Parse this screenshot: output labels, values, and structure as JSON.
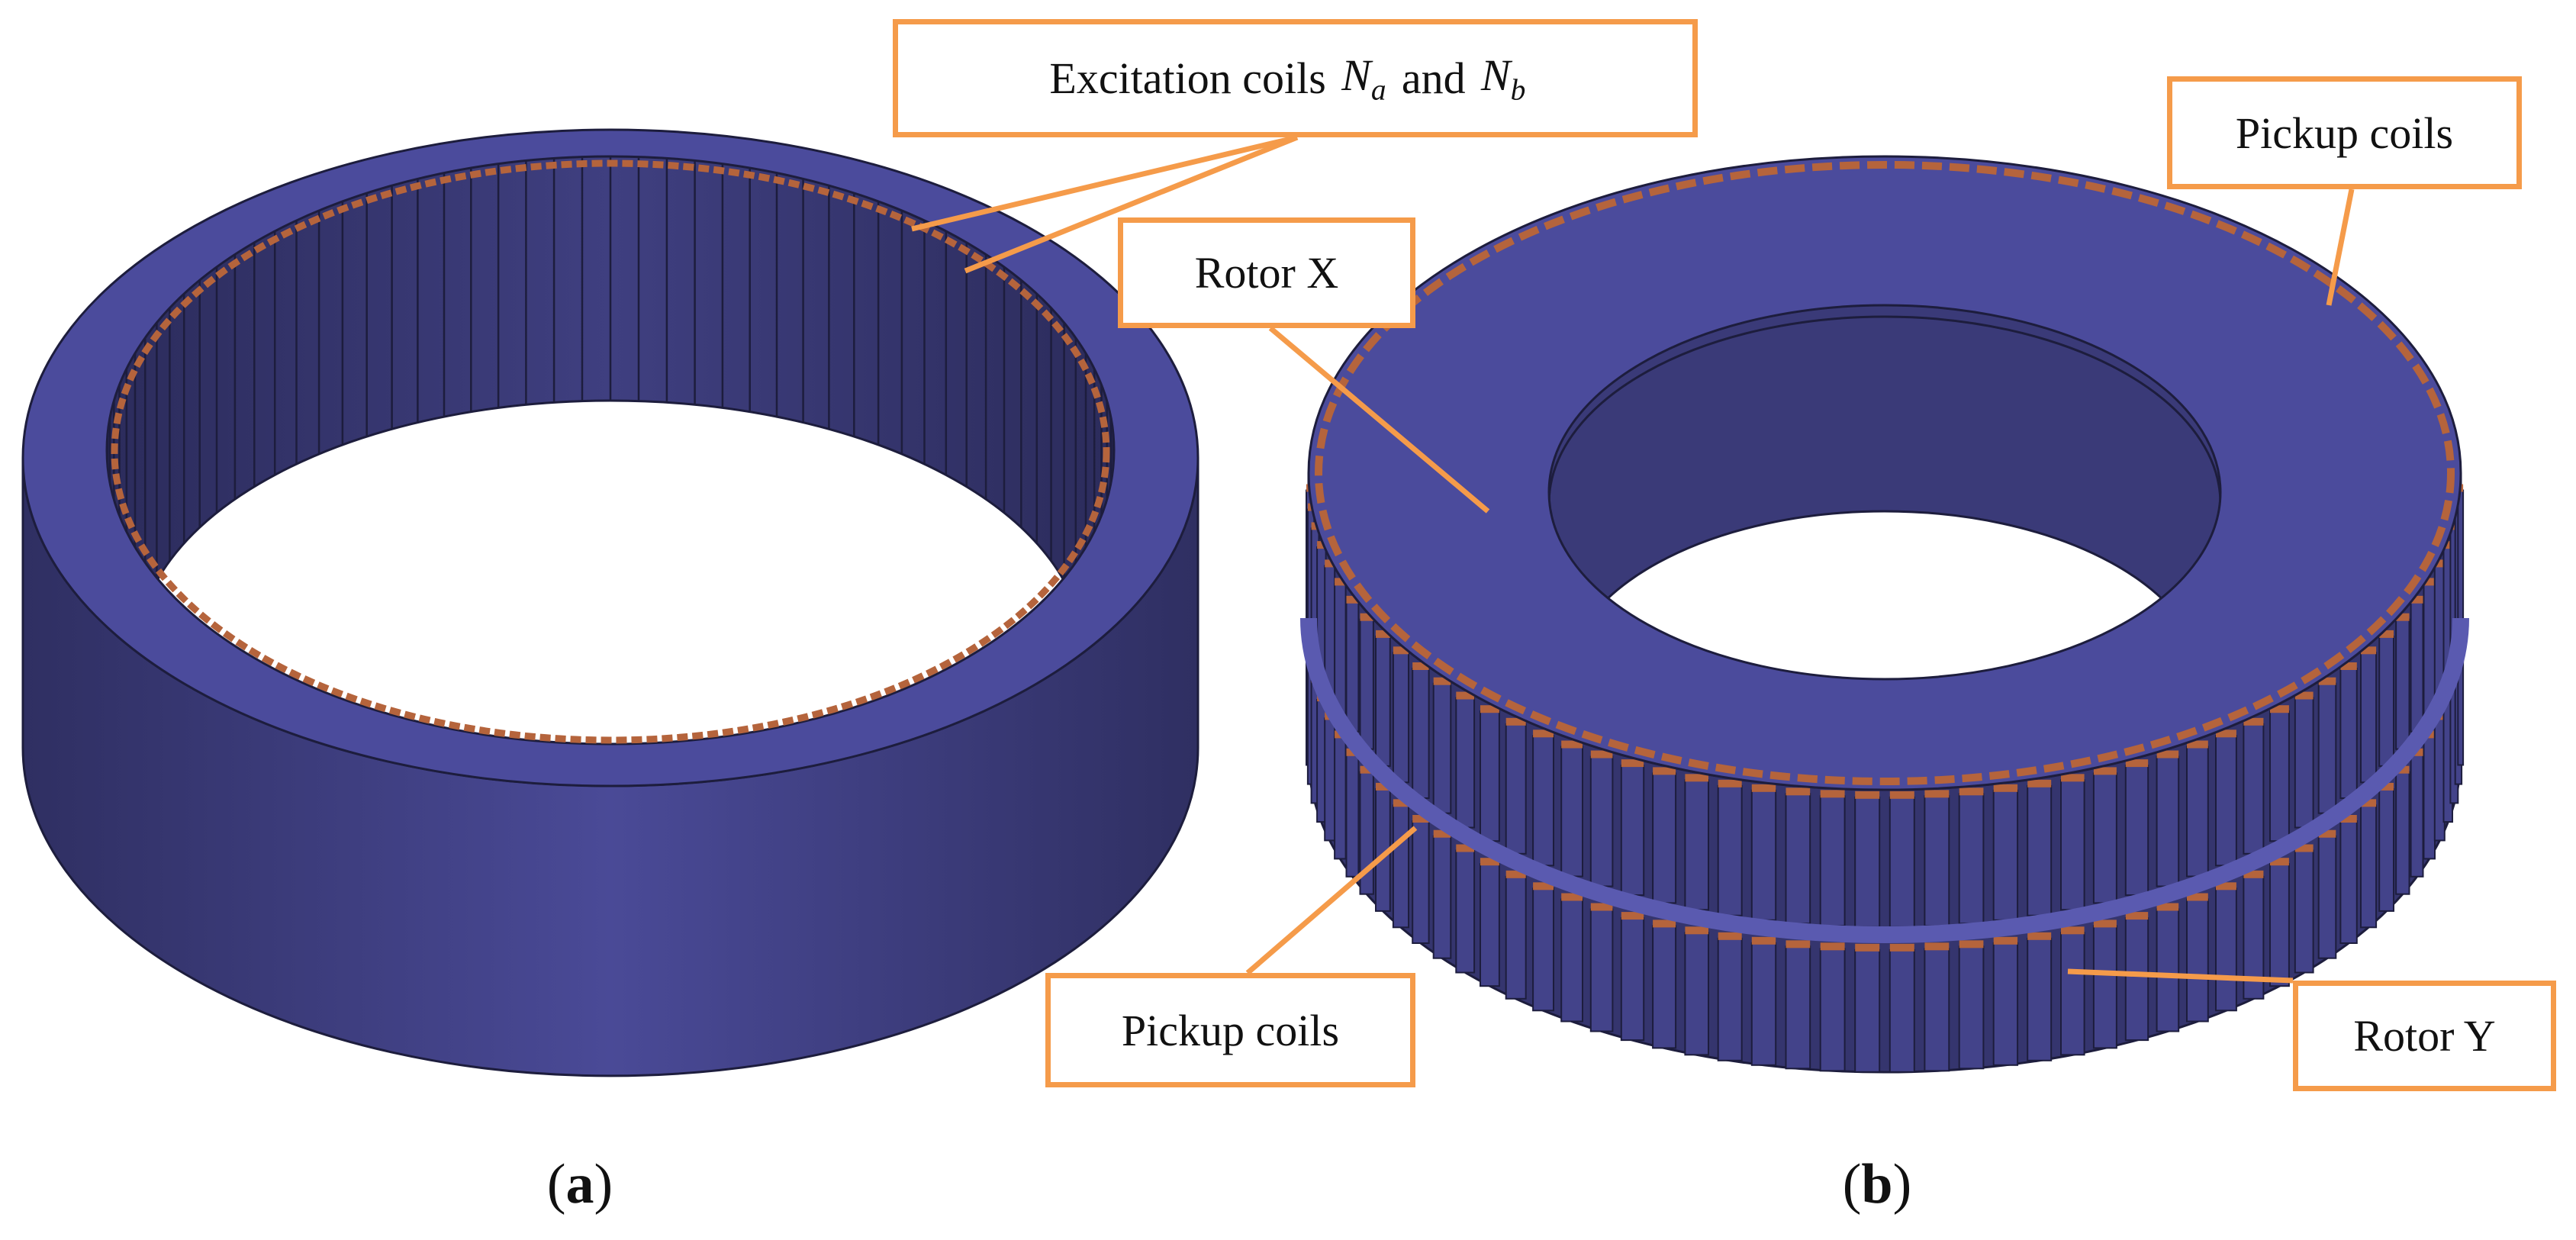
{
  "colors": {
    "body": "#4b4b9c",
    "body_dark": "#36366f",
    "coil": "#b5643c",
    "callout_border": "#f59b4a",
    "leader": "#f59b4a"
  },
  "callouts": {
    "excitation": {
      "prefix": "Excitation coils",
      "sym_a": "N",
      "sub_a": "a",
      "conj": "and",
      "sym_b": "N",
      "sub_b": "b"
    },
    "pickup_top": "Pickup coils",
    "rotor_x": "Rotor X",
    "pickup_bottom": "Pickup coils",
    "rotor_y": "Rotor Y"
  },
  "panels": {
    "a": {
      "open": "(",
      "letter": "a",
      "close": ")"
    },
    "b": {
      "open": "(",
      "letter": "b",
      "close": ")"
    }
  }
}
